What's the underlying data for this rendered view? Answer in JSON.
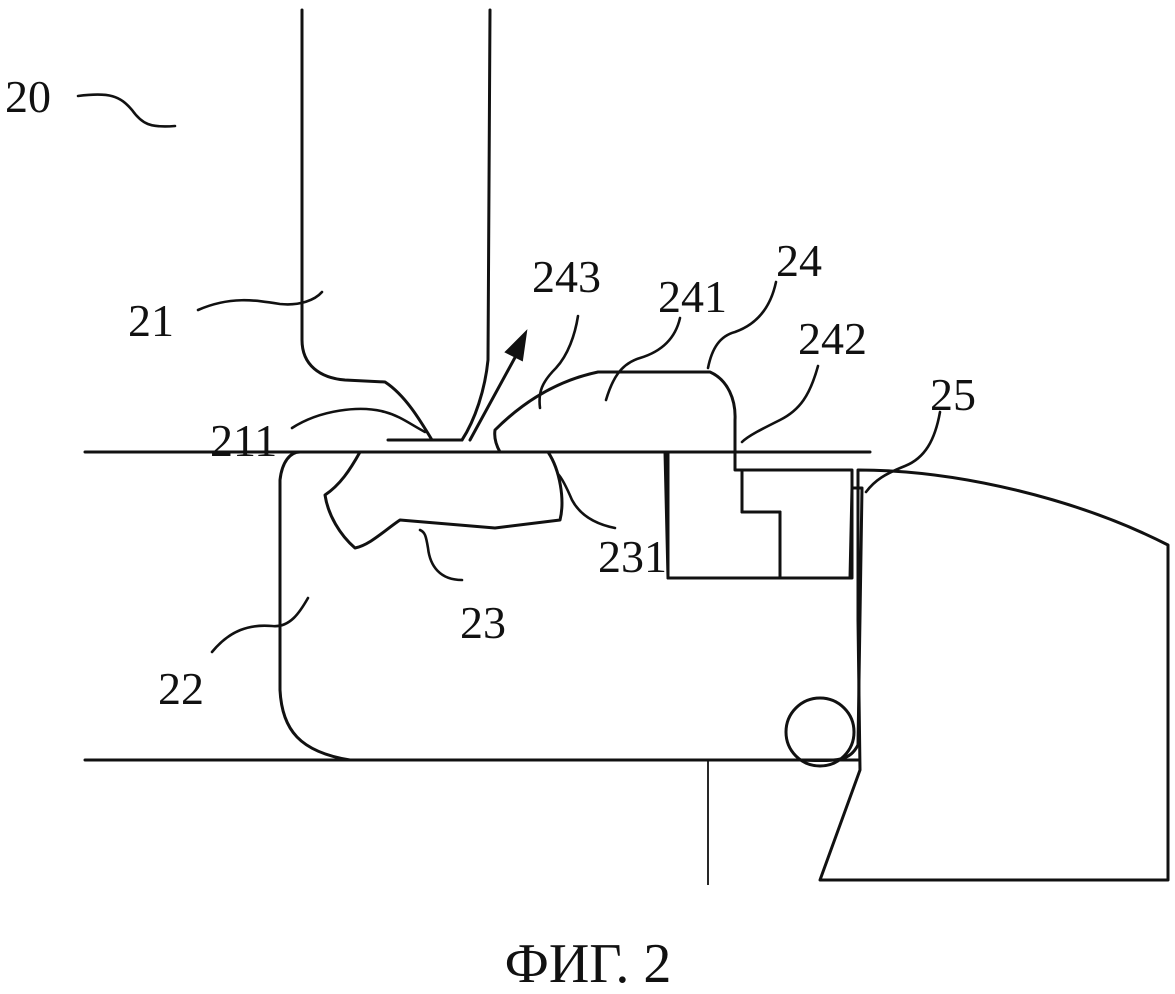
{
  "figure": {
    "caption": "ФИГ. 2"
  },
  "labels": {
    "l20": "20",
    "l21": "21",
    "l211": "211",
    "l22": "22",
    "l23": "23",
    "l231": "231",
    "l24": "24",
    "l241": "241",
    "l242": "242",
    "l243": "243",
    "l25": "25"
  }
}
